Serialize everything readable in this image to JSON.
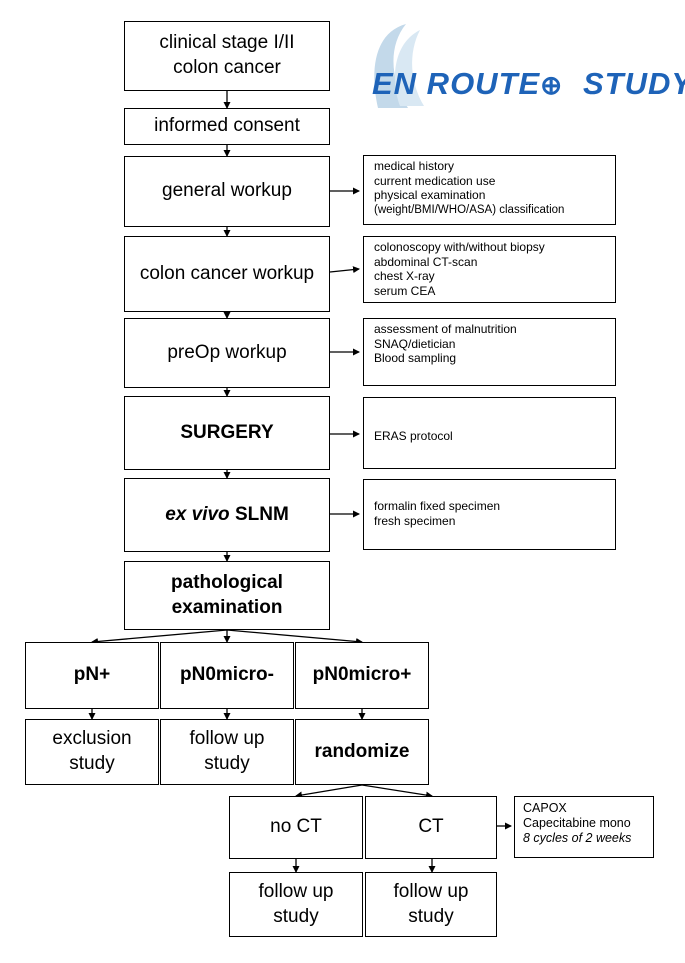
{
  "logo": {
    "part1": "EN ROUTE",
    "part2": "STUDY",
    "colors": {
      "brand_blue": "#1e63b8",
      "swoosh": "#c3d9ea"
    }
  },
  "flow": {
    "stage": [
      "clinical stage I/II",
      "colon cancer"
    ],
    "consent": "informed consent",
    "general": "general workup",
    "colon": "colon cancer workup",
    "preop": "preOp workup",
    "surgery": "SURGERY",
    "slnm_italic": "ex vivo",
    "slnm_bold": "SLNM",
    "patho": [
      "pathological",
      "examination"
    ],
    "pn_plus": "pN+",
    "pn0_minus": "pN0micro-",
    "pn0_plus": "pN0micro+",
    "exclusion": [
      "exclusion",
      "study"
    ],
    "followup1": [
      "follow up",
      "study"
    ],
    "randomize": "randomize",
    "no_ct": "no CT",
    "ct": "CT",
    "followup2": [
      "follow up",
      "study"
    ],
    "followup3": [
      "follow up",
      "study"
    ]
  },
  "notes": {
    "general": [
      "medical history",
      "current medication use",
      "physical examination",
      "(weight/BMI/WHO/ASA) classification"
    ],
    "colon": [
      "colonoscopy with/without biopsy",
      "abdominal CT-scan",
      "chest X-ray",
      "serum CEA"
    ],
    "preop": [
      "assessment of malnutrition",
      "SNAQ/dietician",
      "Blood sampling"
    ],
    "surgery": [
      "ERAS protocol"
    ],
    "slnm": [
      "formalin fixed specimen",
      "fresh specimen"
    ],
    "ct": [
      "CAPOX",
      "Capecitabine mono",
      "8 cycles of 2 weeks"
    ]
  }
}
